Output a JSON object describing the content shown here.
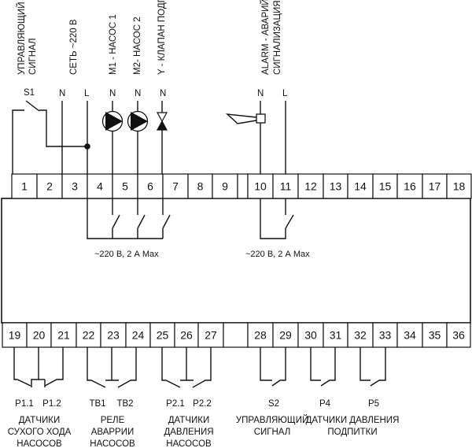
{
  "title": "Схема подключения контроллера",
  "top_terminals": [
    "1",
    "2",
    "3",
    "4",
    "5",
    "6",
    "7",
    "8",
    "9",
    "",
    "10",
    "11",
    "12",
    "13",
    "14",
    "15",
    "16",
    "17",
    "18"
  ],
  "bottom_terminals": [
    "19",
    "20",
    "21",
    "22",
    "23",
    "24",
    "25",
    "26",
    "27",
    "",
    "28",
    "29",
    "30",
    "31",
    "32",
    "33",
    "34",
    "35",
    "36"
  ],
  "top_labels": {
    "control_signal": [
      "УПРАВЛЯЮЩИЙ",
      "СИГНАЛ"
    ],
    "mains": "СЕТЬ ~220 В",
    "pump1": "М1 - НАСОС 1",
    "pump2": "М2- НАСОС 2",
    "valve": "Y - КЛАПАН ПОДПИТКИ",
    "alarm": [
      "ALARM - АВАРИЙНАЯ",
      "СИГНАЛИЗАЦИЯ"
    ]
  },
  "wire_letters": {
    "s1": "S1",
    "n3": "N",
    "l4": "L",
    "n5": "N",
    "n6": "N",
    "n7": "N",
    "n10": "N",
    "l11": "L"
  },
  "ratings": {
    "relay_group": "~220 В, 2 А Max",
    "alarm_relay": "~220 В, 2 А Max"
  },
  "bottom_sensors": {
    "p11": "P1.1",
    "p12": "P1.2",
    "tb1": "ТВ1",
    "tb2": "ТВ2",
    "p21": "P2.1",
    "p22": "P2.2",
    "s2": "S2",
    "p4": "P4",
    "p5": "P5"
  },
  "bottom_captions": {
    "dry_run": [
      "ДАТЧИКИ",
      "СУХОГО ХОДА",
      "НАСОСОВ"
    ],
    "alarm_relay": [
      "РЕЛЕ",
      "АВАРРИИ",
      "НАСОСОВ"
    ],
    "pressure": [
      "ДАТЧИКИ",
      "ДАВЛЕНИЯ",
      "НАСОСОВ"
    ],
    "control": [
      "УПРАВЛЯЮЩИЙ",
      "СИГНАЛ"
    ],
    "makeup_pressure": [
      "ДАТЧИКИ ДАВЛЕНИЯ",
      "ПОДПИТКИ"
    ]
  },
  "icons": {
    "pump": "pump-icon",
    "valve": "valve-icon",
    "siren": "siren-icon",
    "switch": "switch-contact-icon"
  }
}
